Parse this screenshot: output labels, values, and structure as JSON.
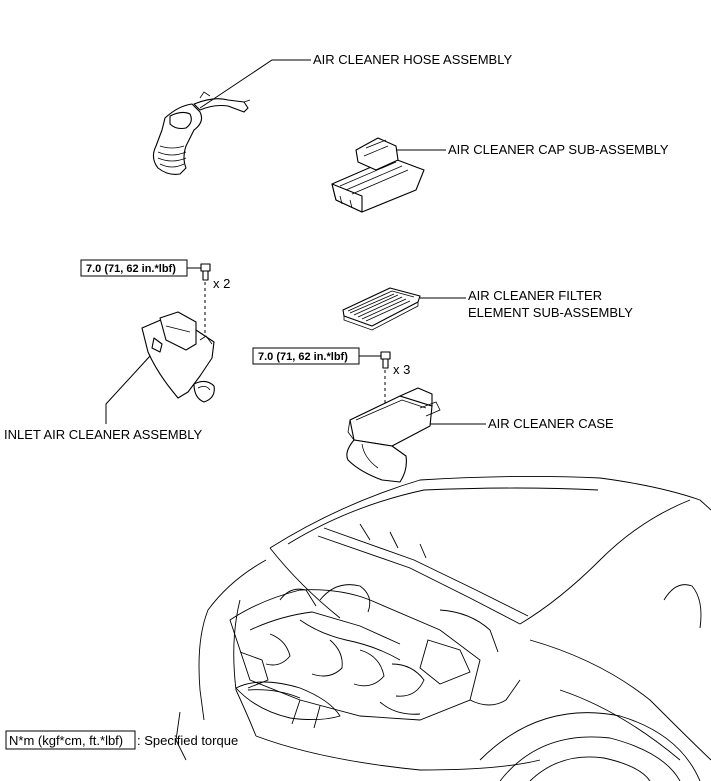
{
  "parts": {
    "hose": "AIR CLEANER HOSE ASSEMBLY",
    "cap": "AIR CLEANER CAP SUB-ASSEMBLY",
    "filter_line1": "AIR CLEANER FILTER",
    "filter_line2": "ELEMENT SUB-ASSEMBLY",
    "inlet": "INLET AIR CLEANER ASSEMBLY",
    "case": "AIR CLEANER CASE"
  },
  "torques": {
    "inlet_bolt": {
      "value": "7.0 (71, 62 in.*lbf)",
      "qty": "x 2"
    },
    "case_bolt": {
      "value": "7.0 (71, 62 in.*lbf)",
      "qty": "x 3"
    }
  },
  "legend": {
    "box": "N*m (kgf*cm, ft.*lbf)",
    "description": ": Specified torque"
  }
}
